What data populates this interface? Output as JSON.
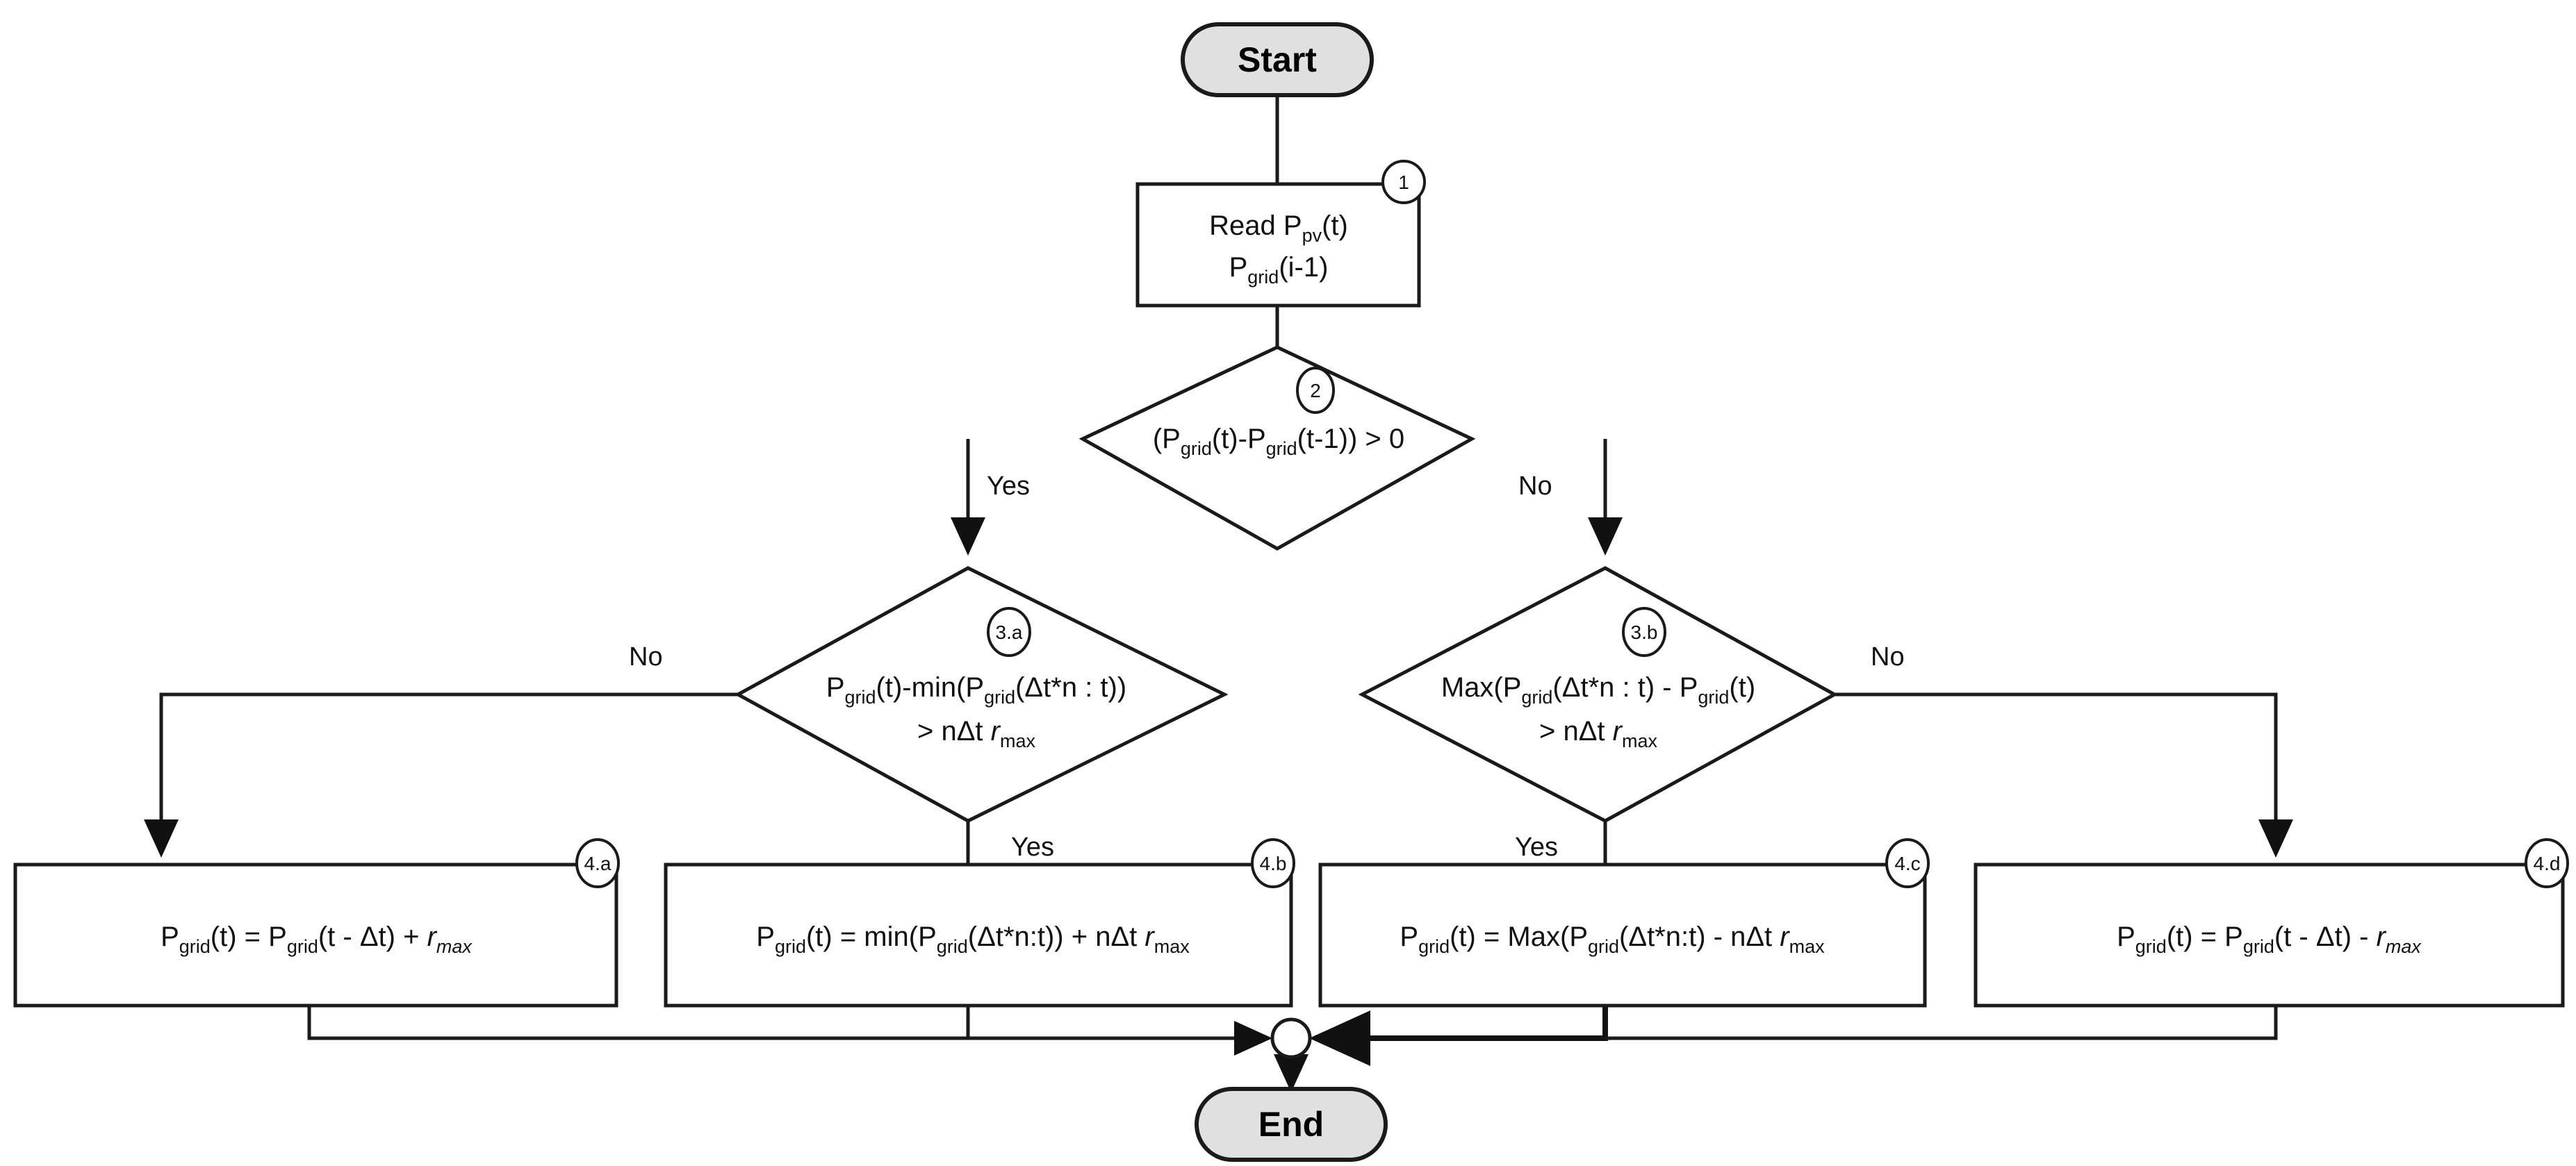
{
  "diagram": {
    "title_node_start": "Start",
    "title_node_end": "End",
    "nodes": {
      "start": {
        "label": "Start",
        "shape": "terminator",
        "fill": "#e0e0e0"
      },
      "read": {
        "marker": "1",
        "shape": "process",
        "line1_pre": "Read P",
        "line1_sub": "pv",
        "line1_post": "(t)",
        "line2_pre": "P",
        "line2_sub": "grid",
        "line2_post": "(i-1)"
      },
      "d2": {
        "marker": "2",
        "shape": "decision",
        "pre": "(P",
        "sub1": "grid",
        "mid": "(t)-P",
        "sub2": "grid",
        "post": "(t-1)) > 0",
        "yes_label": "Yes",
        "no_label": "No"
      },
      "d3a": {
        "marker": "3.a",
        "shape": "decision",
        "l1_pre": "P",
        "l1_sub1": "grid",
        "l1_mid": "(t)-min(P",
        "l1_sub2": "grid",
        "l1_post": "(Δt*n : t))",
        "l2_pre": "> nΔt ",
        "l2_r": "r",
        "l2_sub": "max",
        "yes_label": "Yes",
        "no_label": "No"
      },
      "d3b": {
        "marker": "3.b",
        "shape": "decision",
        "l1_pre": "Max(P",
        "l1_sub1": "grid",
        "l1_mid": "(Δt*n : t) - P",
        "l1_sub2": "grid",
        "l1_post": "(t)",
        "l2_pre": "> nΔt ",
        "l2_r": "r",
        "l2_sub": "max",
        "yes_label": "Yes",
        "no_label": "No"
      },
      "b4a": {
        "marker": "4.a",
        "shape": "process",
        "pre": "P",
        "sub1": "grid",
        "mid": "(t) = P",
        "sub2": "grid",
        "post": "(t - Δt) + ",
        "r": "r",
        "rsub": "max"
      },
      "b4b": {
        "marker": "4.b",
        "shape": "process",
        "pre": "P",
        "sub1": "grid",
        "mid": "(t) = min(P",
        "sub2": "grid",
        "post": "(Δt*n:t)) + nΔt ",
        "r": "r",
        "rsub": "max"
      },
      "b4c": {
        "marker": "4.c",
        "shape": "process",
        "pre": "P",
        "sub1": "grid",
        "mid": "(t) = Max(P",
        "sub2": "grid",
        "post": "(Δt*n:t) - nΔt ",
        "r": "r",
        "rsub": "max"
      },
      "b4d": {
        "marker": "4.d",
        "shape": "process",
        "pre": "P",
        "sub1": "grid",
        "mid": "(t) = P",
        "sub2": "grid",
        "post": "(t - Δt) - ",
        "r": "r",
        "rsub": "max"
      },
      "junction": {
        "shape": "connector"
      },
      "end": {
        "label": "End",
        "shape": "terminator",
        "fill": "#e0e0e0"
      }
    },
    "edge_labels": {
      "d2_yes": "Yes",
      "d2_no": "No",
      "d3a_no": "No",
      "d3a_yes": "Yes",
      "d3b_yes": "Yes",
      "d3b_no": "No"
    },
    "colors": {
      "stroke": "#1a1a1a",
      "terminator_fill": "#e0e0e0",
      "node_fill": "#ffffff",
      "background": "#ffffff"
    }
  }
}
